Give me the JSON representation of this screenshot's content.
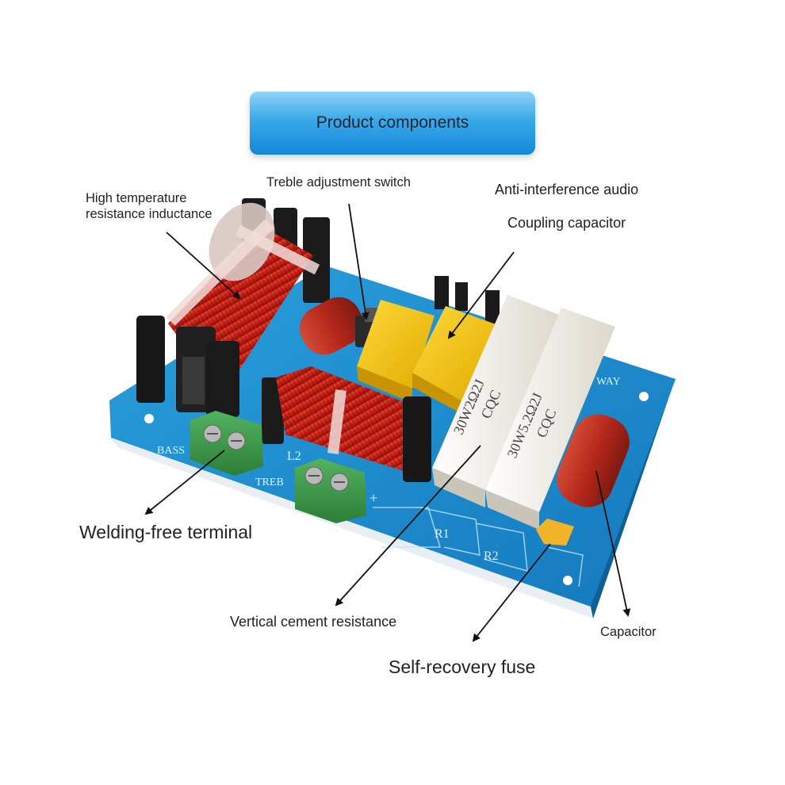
{
  "header": {
    "title": "Product components"
  },
  "labels": {
    "inductance_line1": "High temperature",
    "inductance_line2": "resistance inductance",
    "treble_switch": "Treble adjustment switch",
    "anti_interference": "Anti-interference audio",
    "coupling_capacitor": "Coupling capacitor",
    "welding_free_terminal": "Welding-free terminal",
    "vertical_cement_resistance": "Vertical cement resistance",
    "capacitor": "Capacitor",
    "self_recovery_fuse": "Self-recovery fuse"
  },
  "board_markings": {
    "bass": "BASS",
    "treble": "TREB",
    "l2": "L2",
    "r1": "R1",
    "r2": "R2",
    "way": "WAY",
    "plus": "+"
  },
  "resistor_markings": {
    "r1_line1": "30W2Ω2J",
    "r1_line2": "CQC",
    "r2_line1": "30W5.2Ω2J",
    "r2_line2": "CQC"
  },
  "colors": {
    "banner_top": "#8fd4f7",
    "banner_bottom": "#1487d8",
    "pcb_blue": "#1d8fd0",
    "coil_copper": "#c81e14",
    "capacitor_yellow": "#f5c400",
    "cement_resistor": "#f4f1e8",
    "terminal_green": "#3c9a48",
    "film_capacitor": "#b5271b"
  }
}
